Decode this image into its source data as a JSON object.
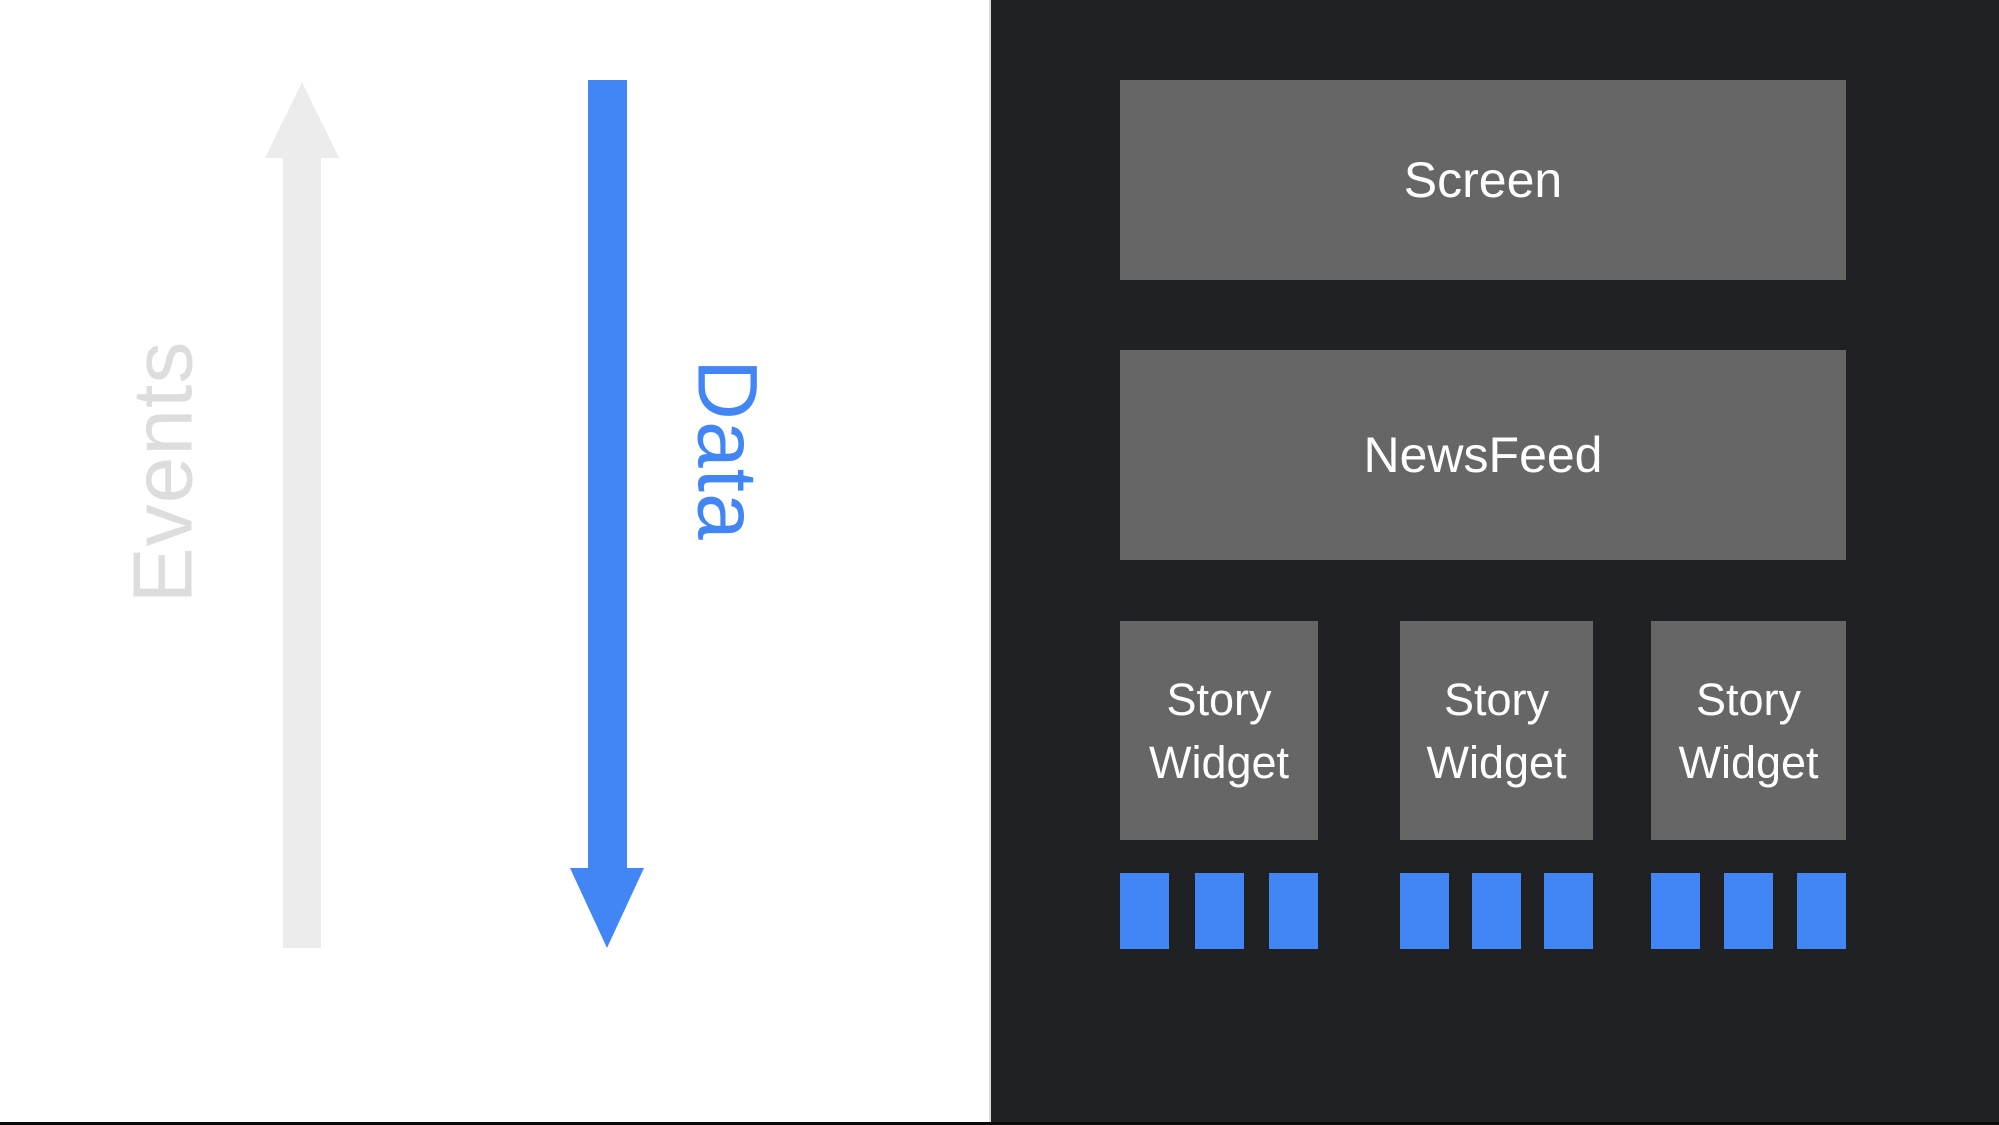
{
  "diagram": {
    "title_context": "widget-tree data/event flow diagram",
    "flows": [
      {
        "id": "events",
        "label": "Events",
        "direction": "up",
        "arrow_color": "#ececec",
        "label_color": "#dddddd"
      },
      {
        "id": "data",
        "label": "Data",
        "direction": "down",
        "arrow_color": "#4285f4",
        "label_color": "#4285f4"
      }
    ],
    "tree": {
      "root_label": "Screen",
      "child_label": "NewsFeed",
      "leaves": [
        {
          "label": "Story Widget",
          "data_square_count": 3
        },
        {
          "label": "Story Widget",
          "data_square_count": 3
        },
        {
          "label": "Story Widget",
          "data_square_count": 3
        }
      ]
    },
    "colors": {
      "left_background": "#ffffff",
      "panel_background": "#202124",
      "node_background": "#666666",
      "node_text": "#ffffff",
      "accent_blue": "#4285f4",
      "bottom_bar": "#0b0b0c"
    }
  }
}
